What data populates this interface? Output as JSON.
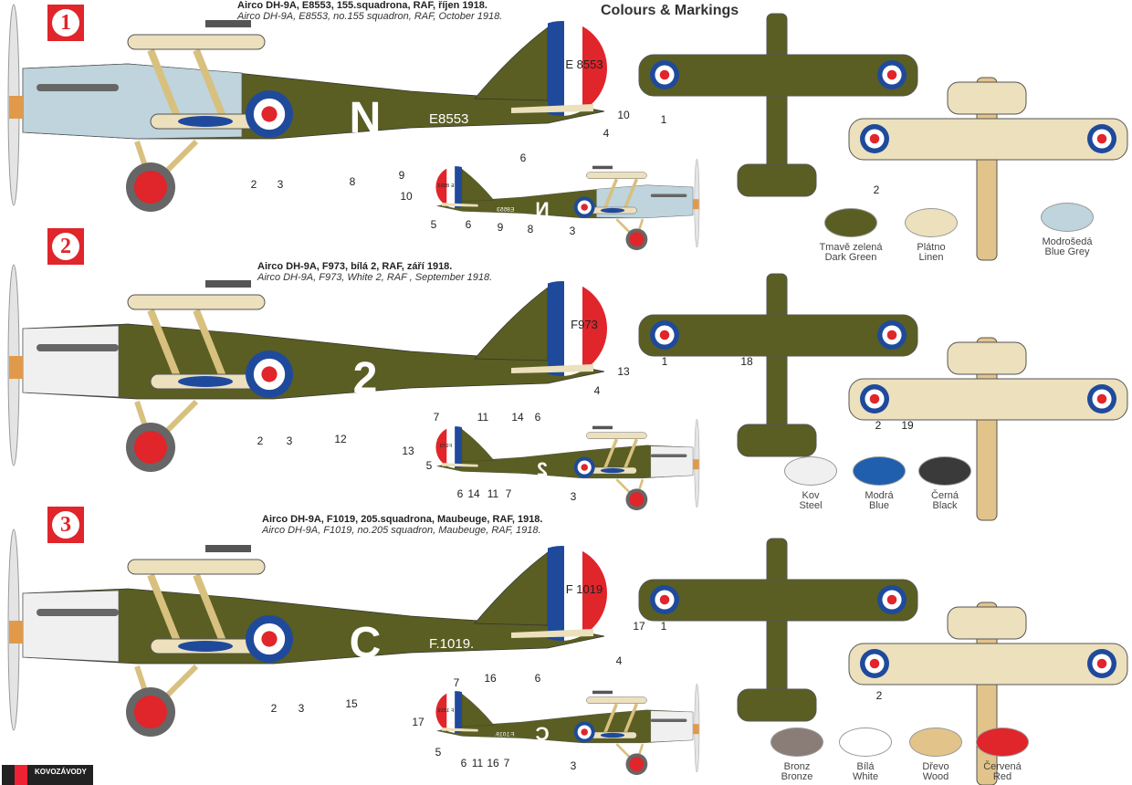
{
  "heading": "Colours & Markings",
  "logo_text": "KOVOZÁVODY",
  "colors": {
    "dark_green": "#5a5e22",
    "linen": "#ece0bd",
    "blue_grey": "#bfd4dc",
    "steel": "#f0f0f0",
    "blue": "#1f4a9c",
    "black": "#3a3a3a",
    "bronze": "#8a7d78",
    "white": "#ffffff",
    "wood": "#e2c48a",
    "red": "#e0252b"
  },
  "schemes": [
    {
      "number": "1",
      "title_cz": "Airco DH-9A, E8553, 155.squadrona, RAF, říjen 1918.",
      "title_en": "Airco DH-9A, E8553, no.155 squadron, RAF, October 1918.",
      "code_letter": "N",
      "serial": "E8553",
      "rudder_serial": "E 8553",
      "engine_color": "blue_grey",
      "wheel": "red",
      "callouts_large": [
        "2",
        "3",
        "8",
        "9",
        "6",
        "4",
        "10"
      ],
      "callouts_small": [
        "10",
        "5",
        "6",
        "9",
        "8",
        "3"
      ],
      "callouts_top": [
        "1",
        "2"
      ]
    },
    {
      "number": "2",
      "title_cz": "Airco DH-9A, F973, bílá 2, RAF, září 1918.",
      "title_en": "Airco DH-9A, F973, White 2, RAF , September 1918.",
      "code_letter": "2",
      "serial": "",
      "rudder_serial": "F973",
      "engine_color": "steel",
      "wheel": "red",
      "callouts_large": [
        "2",
        "3",
        "12",
        "7",
        "11",
        "14",
        "6",
        "13",
        "4"
      ],
      "callouts_small": [
        "13",
        "5",
        "6",
        "14",
        "11",
        "7",
        "3"
      ],
      "callouts_top": [
        "1",
        "18",
        "2",
        "19"
      ]
    },
    {
      "number": "3",
      "title_cz": "Airco DH-9A, F1019, 205.squadrona, Maubeuge, RAF, 1918.",
      "title_en": "Airco DH-9A, F1019, no.205 squadron, Maubeuge, RAF, 1918.",
      "code_letter": "C",
      "serial": "F.1019.",
      "rudder_serial": "F 1019",
      "engine_color": "steel",
      "wheel": "red",
      "callouts_large": [
        "2",
        "3",
        "15",
        "7",
        "16",
        "6",
        "4",
        "17"
      ],
      "callouts_small": [
        "17",
        "5",
        "6",
        "11",
        "16",
        "7",
        "3"
      ],
      "callouts_top": [
        "1",
        "2"
      ]
    }
  ],
  "swatches": [
    [
      {
        "cz": "Tmavě zelená",
        "en": "Dark Green",
        "color": "#5a5e22"
      },
      {
        "cz": "Plátno",
        "en": "Linen",
        "color": "#ece0bd"
      },
      {
        "cz": "Modrošedá",
        "en": "Blue Grey",
        "color": "#bfd4dc"
      }
    ],
    [
      {
        "cz": "Kov",
        "en": "Steel",
        "color": "#f0f0f0"
      },
      {
        "cz": "Modrá",
        "en": "Blue",
        "color": "#1f5fae"
      },
      {
        "cz": "Černá",
        "en": "Black",
        "color": "#3a3a3a"
      }
    ],
    [
      {
        "cz": "Bronz",
        "en": "Bronze",
        "color": "#8a7d78"
      },
      {
        "cz": "Bílá",
        "en": "White",
        "color": "#ffffff"
      },
      {
        "cz": "Dřevo",
        "en": "Wood",
        "color": "#e2c48a"
      },
      {
        "cz": "Červená",
        "en": "Red",
        "color": "#e0252b"
      }
    ]
  ]
}
